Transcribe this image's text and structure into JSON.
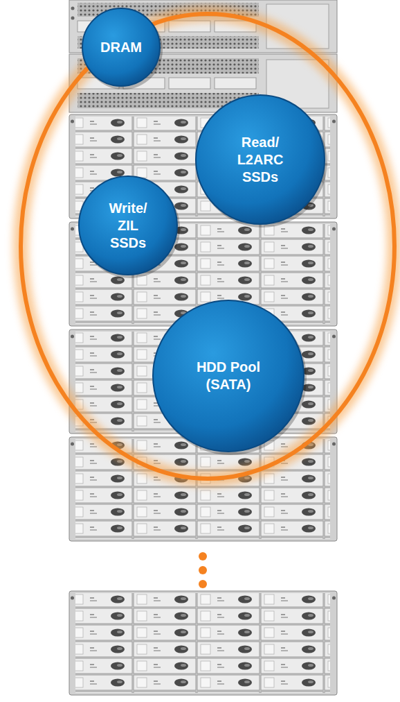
{
  "diagram": {
    "nodes": [
      {
        "text": [
          "DRAM"
        ]
      },
      {
        "text": [
          "Read/ L2ARC SSDs"
        ]
      },
      {
        "text": [
          "Write/ ZIL SSDs"
        ]
      },
      {
        "text": [
          "HDD Pool (SATA)"
        ]
      }
    ]
  }
}
